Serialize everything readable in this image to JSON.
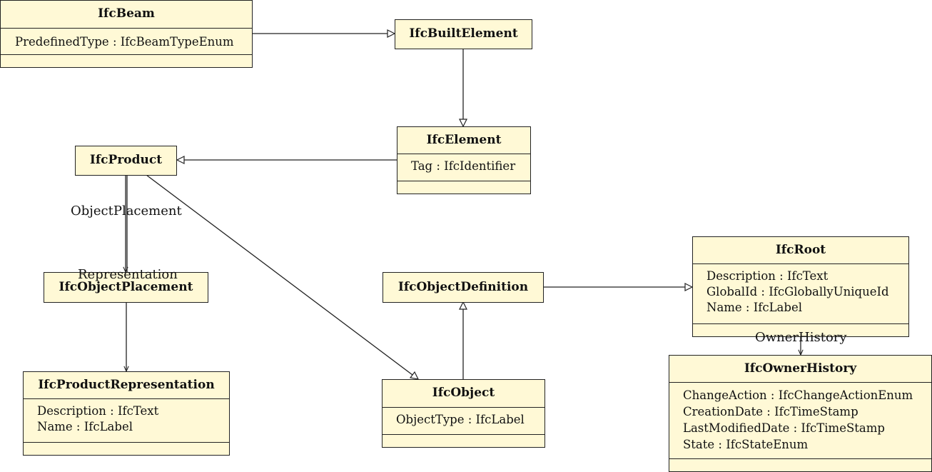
{
  "classes": {
    "ifc_beam": {
      "name": "IfcBeam",
      "attributes": [
        "PredefinedType : IfcBeamTypeEnum"
      ]
    },
    "ifc_built_element": {
      "name": "IfcBuiltElement",
      "attributes": []
    },
    "ifc_element": {
      "name": "IfcElement",
      "attributes": [
        "Tag : IfcIdentifier"
      ]
    },
    "ifc_product": {
      "name": "IfcProduct",
      "attributes": []
    },
    "ifc_object_placement": {
      "name": "IfcObjectPlacement",
      "attributes": []
    },
    "ifc_product_representation": {
      "name": "IfcProductRepresentation",
      "attributes": [
        "Description : IfcText",
        "Name : IfcLabel"
      ]
    },
    "ifc_object_definition": {
      "name": "IfcObjectDefinition",
      "attributes": []
    },
    "ifc_object": {
      "name": "IfcObject",
      "attributes": [
        "ObjectType : IfcLabel"
      ]
    },
    "ifc_root": {
      "name": "IfcRoot",
      "attributes": [
        "Description : IfcText",
        "GlobalId : IfcGloballyUniqueId",
        "Name : IfcLabel"
      ]
    },
    "ifc_owner_history": {
      "name": "IfcOwnerHistory",
      "attributes": [
        "ChangeAction : IfcChangeActionEnum",
        "CreationDate : IfcTimeStamp",
        "LastModifiedDate : IfcTimeStamp",
        "State : IfcStateEnum"
      ]
    }
  },
  "associations": {
    "object_placement": "ObjectPlacement",
    "representation": "Representation",
    "owner_history": "OwnerHistory"
  },
  "colors": {
    "class_fill": "#fff9d6",
    "stroke": "#222222"
  }
}
